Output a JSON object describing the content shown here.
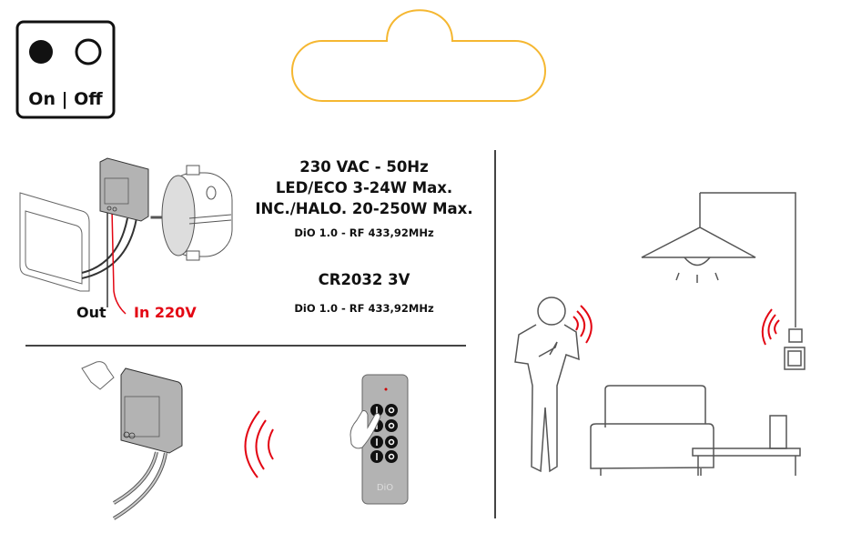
{
  "legend": {
    "on_off": "On | Off"
  },
  "specs": {
    "line1": "230 VAC - 50Hz",
    "line2": "LED/ECO 3-24W Max.",
    "line3": "INC./HALO. 20-250W Max.",
    "line4": "DiO 1.0 - RF 433,92MHz",
    "battery": "CR2032 3V",
    "remote_rf": "DiO 1.0 - RF 433,92MHz"
  },
  "wiring": {
    "out": "Out",
    "in": "In 220V"
  },
  "remote": {
    "brand": "DiO"
  },
  "colors": {
    "accent_red": "#e30613",
    "outline_yellow": "#f5b731",
    "device_gray": "#b3b3b3"
  }
}
